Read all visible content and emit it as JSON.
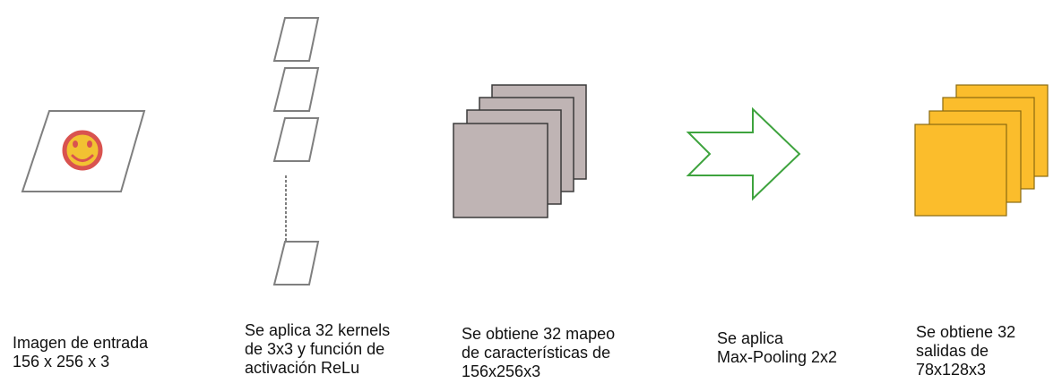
{
  "diagram": {
    "colors": {
      "outline": "#7f7f7f",
      "smiley_fill": "#f2c232",
      "smiley_stroke": "#d9534f",
      "feature_map_fill": "#bfb4b4",
      "feature_map_stroke": "#3a3a3a",
      "arrow_stroke": "#3ea33e",
      "output_fill": "#fbbd2c",
      "output_stroke": "#8a6a10"
    },
    "steps": [
      {
        "id": "input",
        "icon": "smiley-icon",
        "caption": [
          "Imagen de entrada",
          "156 x 256 x 3"
        ]
      },
      {
        "id": "kernels",
        "icon": "kernel-stack-icon",
        "caption": [
          "Se aplica 32 kernels",
          "de 3x3 y función de",
          "activación ReLu"
        ]
      },
      {
        "id": "feature-maps",
        "icon": "feature-map-stack-icon",
        "caption": [
          "Se obtiene 32 mapeo",
          "de características de",
          "156x256x3"
        ]
      },
      {
        "id": "max-pooling",
        "icon": "right-arrow-icon",
        "caption": [
          "Se aplica",
          "Max-Pooling 2x2"
        ]
      },
      {
        "id": "outputs",
        "icon": "output-stack-icon",
        "caption": [
          "Se obtiene 32",
          "salidas de",
          "78x128x3"
        ]
      }
    ]
  }
}
